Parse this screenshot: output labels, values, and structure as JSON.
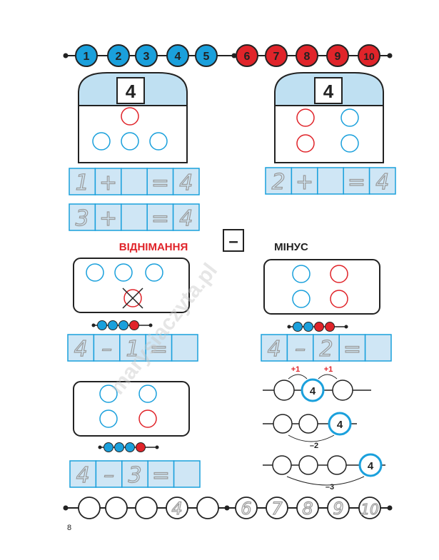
{
  "colors": {
    "blue": "#1aa0dc",
    "red": "#e0242a",
    "light_blue": "#bfe0f2",
    "cell_fill": "#cfe6f5",
    "dark": "#222222",
    "title_red": "#e0242a"
  },
  "number_line_top": {
    "blue_numbers": [
      "1",
      "2",
      "3",
      "4",
      "5"
    ],
    "red_numbers": [
      "6",
      "7",
      "8",
      "9",
      "10"
    ]
  },
  "house_left": {
    "number": "4"
  },
  "house_right": {
    "number": "4"
  },
  "eq_left_1": {
    "cells": [
      "1",
      "+",
      "",
      "=",
      "4"
    ]
  },
  "eq_right_1": {
    "cells": [
      "2",
      "+",
      "",
      "=",
      "4"
    ]
  },
  "eq_left_2": {
    "cells": [
      "3",
      "+",
      "",
      "=",
      "4"
    ]
  },
  "heading": {
    "subtraction": "ВІДНІМАННЯ",
    "minus_sign": "–",
    "minus_word": "МІНУС"
  },
  "eq_left_3": {
    "cells": [
      "4",
      "–",
      "1",
      "=",
      ""
    ]
  },
  "eq_right_3": {
    "cells": [
      "4",
      "–",
      "2",
      "=",
      ""
    ]
  },
  "eq_left_4": {
    "cells": [
      "4",
      "–",
      "3",
      "=",
      ""
    ]
  },
  "jumps": {
    "row1": {
      "value": "4",
      "plus_left": "+1",
      "plus_right": "+1"
    },
    "row2": {
      "value": "4",
      "minus": "–2"
    },
    "row3": {
      "value": "4",
      "minus": "–3"
    }
  },
  "number_line_bottom": {
    "traced": [
      "4",
      "6",
      "7",
      "8",
      "9",
      "10"
    ]
  },
  "watermark": "marysiaczyta.pl",
  "page_number": "8"
}
